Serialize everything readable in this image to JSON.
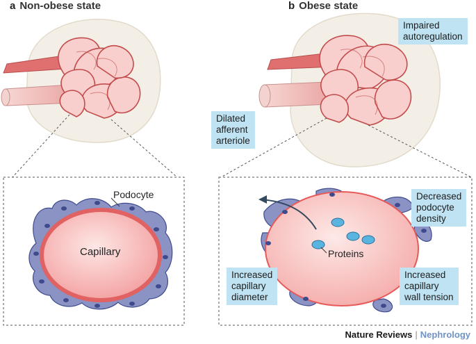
{
  "panel_a": {
    "letter": "a",
    "title": "Non-obese state",
    "podocyte": "Podocyte",
    "capillary": "Capillary"
  },
  "panel_b": {
    "letter": "b",
    "title": "Obese state",
    "callouts": {
      "autoregulation": "Impaired\nautoregulation",
      "afferent": "Dilated\nafferent\narteriole",
      "podocyte_density": "Decreased\npodocyte\ndensity",
      "diameter": "Increased\ncapillary\ndiameter",
      "wall_tension": "Increased\ncapillary\nwall tension"
    },
    "proteins": "Proteins"
  },
  "footer": {
    "brand": "Nature Reviews",
    "separator": "|",
    "journal": "Nephrology"
  },
  "colors": {
    "capsule": "#f4efe6",
    "tuft_fill": "#f6c3c3",
    "tuft_stroke": "#c24c4c",
    "arteriole": "#e07070",
    "podocyte": "#8a93c4",
    "podocyte_dark": "#3e4a8c",
    "capillary_fill": "#f7b5b5",
    "capillary_ring": "#e06262",
    "callout": "#bfe3f2",
    "protein": "#5ab4e0"
  }
}
